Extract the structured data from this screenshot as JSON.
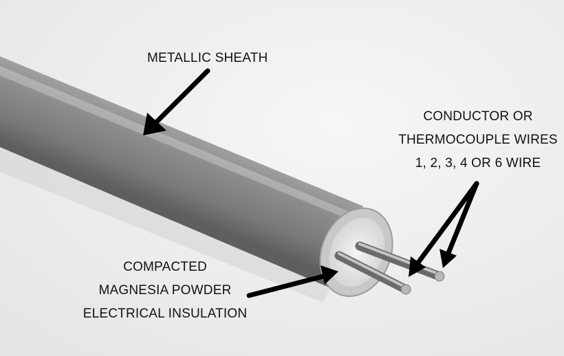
{
  "labels": {
    "sheath": "METALLIC SHEATH",
    "conductor": [
      "CONDUCTOR OR",
      "THERMOCOUPLE WIRES",
      "1, 2, 3, 4 OR 6 WIRE"
    ],
    "insulation": [
      "COMPACTED",
      "MAGNESIA POWDER",
      "ELECTRICAL INSULATION"
    ]
  },
  "colors": {
    "background": "#f2f2f2",
    "sheath": "#8a8a8a",
    "arrow": "#000000",
    "wire": "#a8a8a8"
  }
}
